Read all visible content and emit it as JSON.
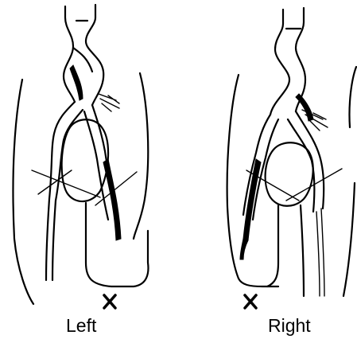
{
  "panels": [
    {
      "label": "Left",
      "marker": "x"
    },
    {
      "label": "Right",
      "marker": "x"
    }
  ]
}
